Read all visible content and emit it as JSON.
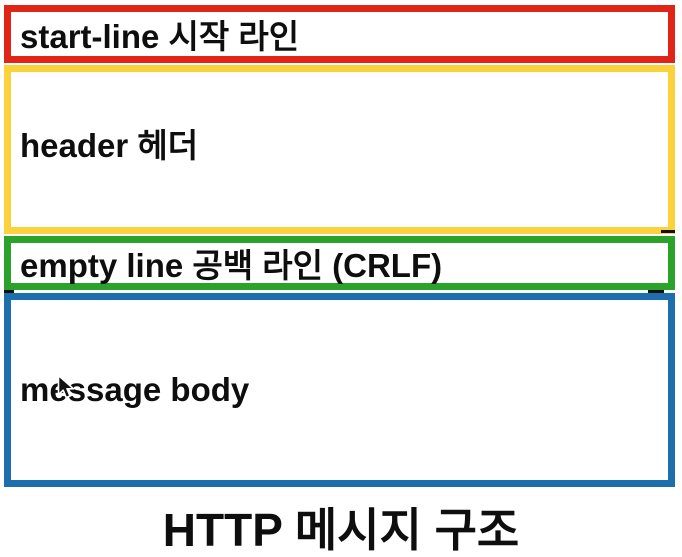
{
  "diagram": {
    "title": "HTTP 메시지 구조",
    "boxes": [
      {
        "id": "start-line",
        "label": "start-line 시작 라인",
        "border_color": "#e02417"
      },
      {
        "id": "header",
        "label": "header 헤더",
        "border_color": "#fbd23c"
      },
      {
        "id": "empty-line",
        "label": "empty line 공백 라인 (CRLF)",
        "border_color": "#2ba32a"
      },
      {
        "id": "message-body",
        "label": "message body",
        "border_color": "#1d6ead"
      }
    ],
    "cursor": {
      "icon": "arrow-cursor",
      "color_fill": "#111111",
      "color_outline": "#ffffff"
    },
    "text_color": "#0e0e0e",
    "background_color": "#ffffff"
  }
}
